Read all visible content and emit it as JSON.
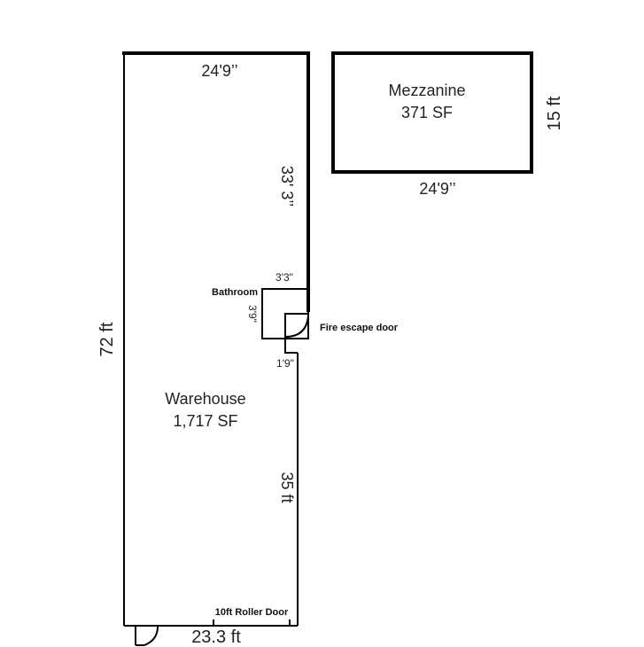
{
  "warehouse": {
    "name": "Warehouse",
    "area": "1,717 SF",
    "top_width": "24'9’’",
    "upper_right_length": "33' 3’’",
    "lower_right_length": "35 ft",
    "height": "72 ft",
    "bottom_width": "23.3 ft",
    "roller_door": "10ft Roller Door"
  },
  "bathroom": {
    "name": "Bathroom",
    "width": "3'3\"",
    "depth": "3'9\"",
    "notch": "1'9\""
  },
  "fire_escape": {
    "label": "Fire escape door"
  },
  "mezzanine": {
    "name": "Mezzanine",
    "area": "371 SF",
    "width": "24'9’’",
    "depth": "15 ft"
  },
  "colors": {
    "wall": "#000000",
    "text": "#222222"
  }
}
